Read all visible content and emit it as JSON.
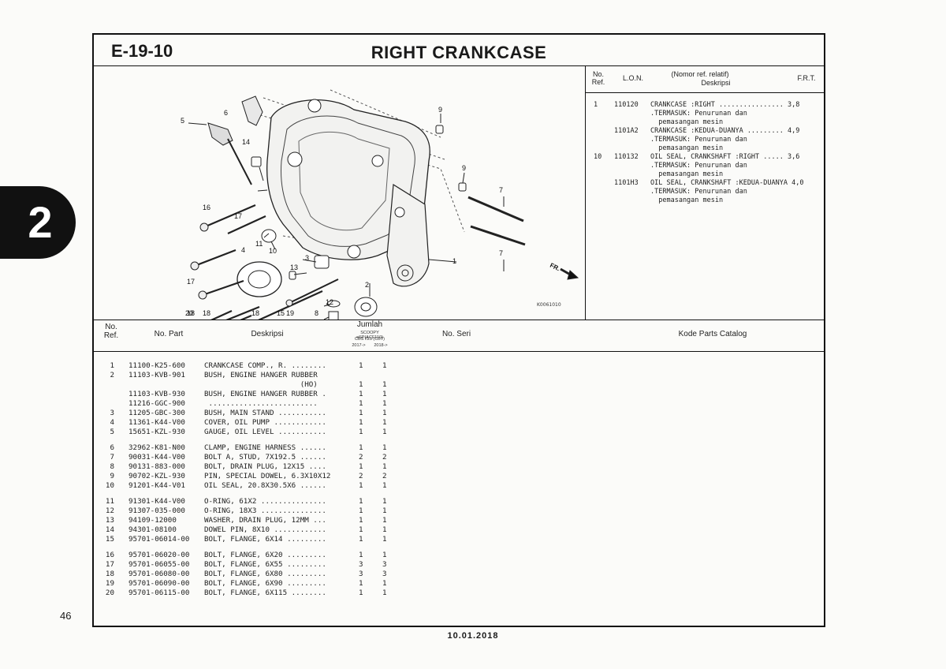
{
  "page": {
    "tab_number": "2",
    "page_number": "46",
    "footer_date": "10.01.2018"
  },
  "header": {
    "section_code": "E-19-10",
    "title": "RIGHT CRANKCASE"
  },
  "diagram": {
    "code": "K0061010",
    "direction_label": "FR.",
    "callouts": [
      "1",
      "2",
      "3",
      "4",
      "5",
      "6",
      "7",
      "7",
      "8",
      "9",
      "9",
      "10",
      "11",
      "12",
      "13",
      "14",
      "15",
      "16",
      "17",
      "17",
      "18",
      "18",
      "18",
      "19",
      "20"
    ]
  },
  "lon_panel": {
    "headers": {
      "no_ref": "No. Ref.",
      "lon": "L.O.N.",
      "nomor_ref": "(Nomor ref. relatif)",
      "deskripsi": "Deskripsi",
      "frt": "F.R.T."
    },
    "rows": [
      {
        "ref": "1",
        "lon": "110120",
        "text": "CRANKCASE :RIGHT ................ 3,8"
      },
      {
        "ref": "",
        "lon": "",
        "text": ".TERMASUK: Penurunan dan"
      },
      {
        "ref": "",
        "lon": "",
        "text": "  pemasangan mesin"
      },
      {
        "ref": "",
        "lon": "1101A2",
        "text": "CRANKCASE :KEDUA-DUANYA ......... 4,9"
      },
      {
        "ref": "",
        "lon": "",
        "text": ".TERMASUK: Penurunan dan"
      },
      {
        "ref": "",
        "lon": "",
        "text": "  pemasangan mesin"
      },
      {
        "ref": "10",
        "lon": "110132",
        "text": "OIL SEAL, CRANKSHAFT :RIGHT ..... 3,6"
      },
      {
        "ref": "",
        "lon": "",
        "text": ".TERMASUK: Penurunan dan"
      },
      {
        "ref": "",
        "lon": "",
        "text": "  pemasangan mesin"
      },
      {
        "ref": "",
        "lon": "1101H3",
        "text": "OIL SEAL, CRANKSHAFT :KEDUA-DUANYA 4,0"
      },
      {
        "ref": "",
        "lon": "",
        "text": ".TERMASUK: Penurunan dan"
      },
      {
        "ref": "",
        "lon": "",
        "text": "  pemasangan mesin"
      }
    ]
  },
  "parts_table": {
    "headers": {
      "no_ref": "No. Ref.",
      "no_part": "No. Part",
      "deskripsi": "Deskripsi",
      "jumlah": "Jumlah",
      "model_line1": "SCOOPY eSP(ACF110)",
      "model_line2": "CBS ISS (CBT)",
      "year1": "2017->",
      "year2": "2018->",
      "no_seri": "No. Seri",
      "kode": "Kode Parts Catalog"
    },
    "rows": [
      {
        "ref": "1",
        "part": "11100-K25-600",
        "desc": "CRANKCASE COMP., R. ........",
        "q1": "1",
        "q2": "1"
      },
      {
        "ref": "2",
        "part": "11103-KVB-901",
        "desc": "BUSH, ENGINE HANGER RUBBER",
        "q1": "",
        "q2": ""
      },
      {
        "ref": "",
        "part": "",
        "desc": "                      (HO)",
        "q1": "1",
        "q2": "1"
      },
      {
        "ref": "",
        "part": "11103-KVB-930",
        "desc": "BUSH, ENGINE HANGER RUBBER .",
        "q1": "1",
        "q2": "1"
      },
      {
        "ref": "",
        "part": "11216-GGC-900",
        "desc": " .........................",
        "q1": "1",
        "q2": "1"
      },
      {
        "ref": "3",
        "part": "11205-GBC-300",
        "desc": "BUSH, MAIN STAND ...........",
        "q1": "1",
        "q2": "1"
      },
      {
        "ref": "4",
        "part": "11361-K44-V00",
        "desc": "COVER, OIL PUMP ............",
        "q1": "1",
        "q2": "1"
      },
      {
        "ref": "5",
        "part": "15651-KZL-930",
        "desc": "GAUGE, OIL LEVEL ...........",
        "q1": "1",
        "q2": "1"
      },
      {
        "ref": "6",
        "part": "32962-K81-N00",
        "desc": "CLAMP, ENGINE HARNESS ......",
        "q1": "1",
        "q2": "1",
        "gap": true
      },
      {
        "ref": "7",
        "part": "90031-K44-V00",
        "desc": "BOLT A, STUD, 7X192.5 ......",
        "q1": "2",
        "q2": "2"
      },
      {
        "ref": "8",
        "part": "90131-883-000",
        "desc": "BOLT, DRAIN PLUG, 12X15 ....",
        "q1": "1",
        "q2": "1"
      },
      {
        "ref": "9",
        "part": "90702-KZL-930",
        "desc": "PIN, SPECIAL DOWEL, 6.3X10X12",
        "q1": "2",
        "q2": "2"
      },
      {
        "ref": "10",
        "part": "91201-K44-V01",
        "desc": "OIL SEAL, 20.8X30.5X6 ......",
        "q1": "1",
        "q2": "1"
      },
      {
        "ref": "11",
        "part": "91301-K44-V00",
        "desc": "O-RING, 61X2 ...............",
        "q1": "1",
        "q2": "1",
        "gap": true
      },
      {
        "ref": "12",
        "part": "91307-035-000",
        "desc": "O-RING, 18X3 ...............",
        "q1": "1",
        "q2": "1"
      },
      {
        "ref": "13",
        "part": "94109-12000",
        "desc": "WASHER, DRAIN PLUG, 12MM ...",
        "q1": "1",
        "q2": "1"
      },
      {
        "ref": "14",
        "part": "94301-08100",
        "desc": "DOWEL PIN, 8X10 ............",
        "q1": "1",
        "q2": "1"
      },
      {
        "ref": "15",
        "part": "95701-06014-00",
        "desc": "BOLT, FLANGE, 6X14 .........",
        "q1": "1",
        "q2": "1"
      },
      {
        "ref": "16",
        "part": "95701-06020-00",
        "desc": "BOLT, FLANGE, 6X20 .........",
        "q1": "1",
        "q2": "1",
        "gap": true
      },
      {
        "ref": "17",
        "part": "95701-06055-00",
        "desc": "BOLT, FLANGE, 6X55 .........",
        "q1": "3",
        "q2": "3"
      },
      {
        "ref": "18",
        "part": "95701-06080-00",
        "desc": "BOLT, FLANGE, 6X80 .........",
        "q1": "3",
        "q2": "3"
      },
      {
        "ref": "19",
        "part": "95701-06090-00",
        "desc": "BOLT, FLANGE, 6X90 .........",
        "q1": "1",
        "q2": "1"
      },
      {
        "ref": "20",
        "part": "95701-06115-00",
        "desc": "BOLT, FLANGE, 6X115 ........",
        "q1": "1",
        "q2": "1"
      }
    ]
  }
}
